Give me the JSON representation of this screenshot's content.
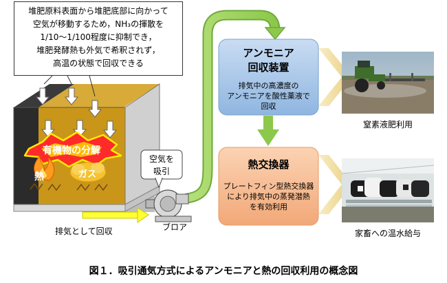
{
  "note": {
    "lines": [
      "堆肥原料表面から堆肥底部に向かって",
      "空気が移動するため，NH₃の揮散を",
      "1/10～1/100程度に抑制でき，",
      "堆肥発酵熱も外気で希釈されず，",
      "高温の状態で回収できる"
    ]
  },
  "pile": {
    "decomposition_label": "有機物の分解",
    "heat_label": "熱",
    "gas_label": "ガス",
    "exhaust_label": "排気として回収"
  },
  "blower": {
    "intake_label_1": "空気を",
    "intake_label_2": "吸引",
    "name": "ブロア"
  },
  "ammonia_unit": {
    "title_1": "アンモニア",
    "title_2": "回収装置",
    "desc_1": "排気中の高濃度の",
    "desc_2": "アンモニアを酸性薬液で",
    "desc_3": "回収"
  },
  "heat_exchanger": {
    "title": "熱交換器",
    "desc_1": "プレートフィン型熱交換器",
    "desc_2": "により排気中の蒸発潜熱",
    "desc_3": "を有効利用"
  },
  "uses": {
    "fertilizer": "窒素液肥利用",
    "livestock": "家畜への温水給与"
  },
  "caption": "図１．吸引通気方式によるアンモニアと熱の回収利用の概念図",
  "colors": {
    "box_blue": "#9dc3e6",
    "box_orange": "#f4b183",
    "green_arrow": "#92d050",
    "yellow_arrow": "#ffff33",
    "compost": "#c9961a",
    "chevron": "#f2e2a8"
  }
}
